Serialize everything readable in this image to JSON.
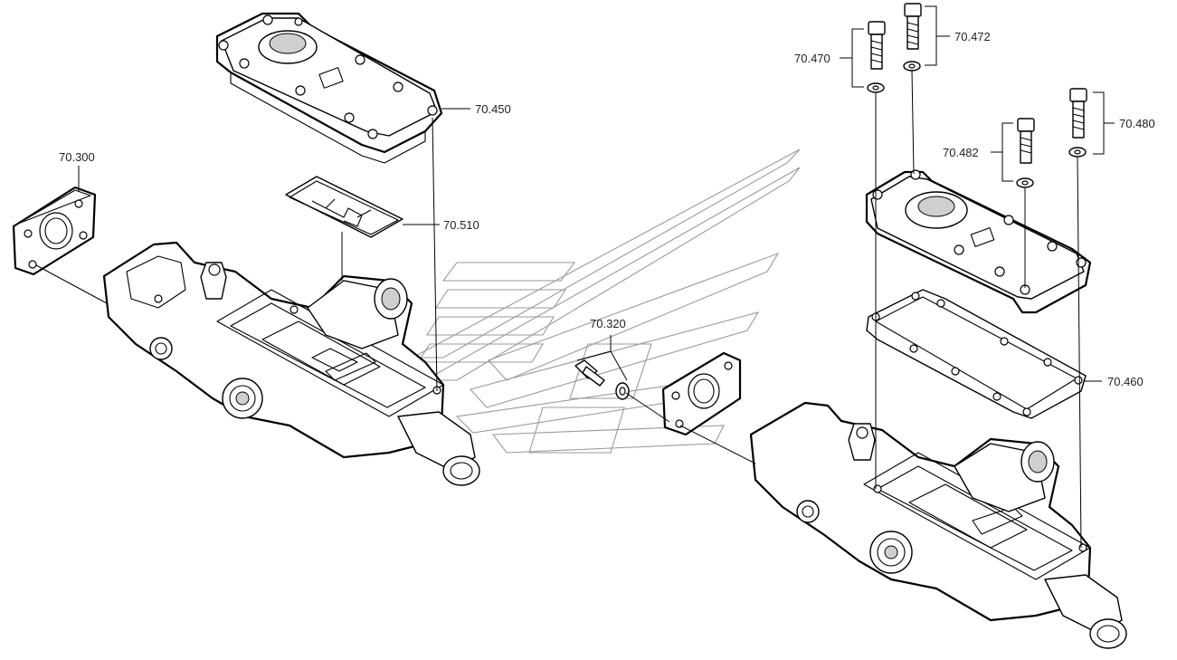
{
  "callouts": [
    {
      "id": "70.450",
      "text": "70.450"
    },
    {
      "id": "70.300",
      "text": "70.300"
    },
    {
      "id": "70.510",
      "text": "70.510"
    },
    {
      "id": "70.320",
      "text": "70.320"
    },
    {
      "id": "70.470",
      "text": "70.470"
    },
    {
      "id": "70.472",
      "text": "70.472"
    },
    {
      "id": "70.482",
      "text": "70.482"
    },
    {
      "id": "70.480",
      "text": "70.480"
    },
    {
      "id": "70.460",
      "text": "70.460"
    }
  ],
  "watermark": {
    "description_color": "#9a9a9a"
  },
  "colors": {
    "line": "#000000",
    "background": "#ffffff",
    "watermark": "#9a9a9a"
  }
}
